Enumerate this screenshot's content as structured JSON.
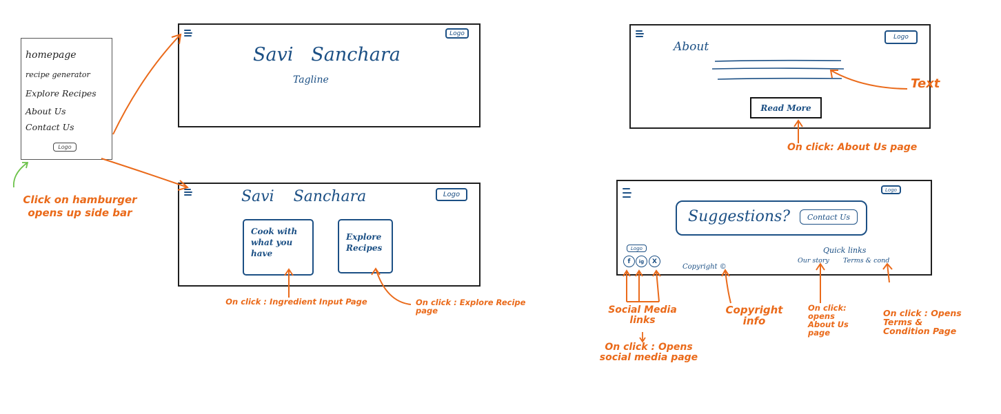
{
  "sidebar_sketch": {
    "items": [
      {
        "label": "homepage"
      },
      {
        "label": "recipe generator"
      },
      {
        "label": "Explore Recipes"
      },
      {
        "label": "About Us"
      },
      {
        "label": "Contact Us"
      }
    ],
    "logo": "Logo"
  },
  "hero_sketch": {
    "logo": "Logo",
    "title": "Savi   Sanchara",
    "tagline": "Tagline"
  },
  "home_sketch": {
    "logo": "Logo",
    "title": "Savi    Sanchara",
    "card_cook": "Cook with what you have",
    "card_explore": "Explore Recipes"
  },
  "about_sketch": {
    "logo": "Logo",
    "heading": "About",
    "button": "Read More"
  },
  "footer_sketch": {
    "logo": "Logo",
    "suggestions": "Suggestions?",
    "contact_button": "Contact Us",
    "footer_logo": "Logo",
    "social_icons": [
      "f",
      "ig",
      "X"
    ],
    "copyright": "Copyright ©",
    "quick_links_title": "Quick links",
    "link_our_story": "Our story",
    "link_terms": "Terms & cond"
  },
  "annotations": {
    "hamburger_note": "Click on hamburger opens up side bar",
    "ingredient_note": "On click :   Ingredient Input Page",
    "explore_note": "On click : Explore Recipe page",
    "text_note": "Text",
    "about_click_note": "On click:  About Us page",
    "social_note": "Social Media links",
    "social_click_note": "On click : Opens social media page",
    "copyright_note": "Copyright info",
    "our_story_note": "On click: opens About Us page",
    "terms_note": "On click : Opens Terms & Condition Page"
  },
  "colors": {
    "sketch_blue": "#1b4f84",
    "annotation_orange": "#ea6a1a",
    "arrow_green": "#6cc24a",
    "frame": "#1f1f1f"
  }
}
